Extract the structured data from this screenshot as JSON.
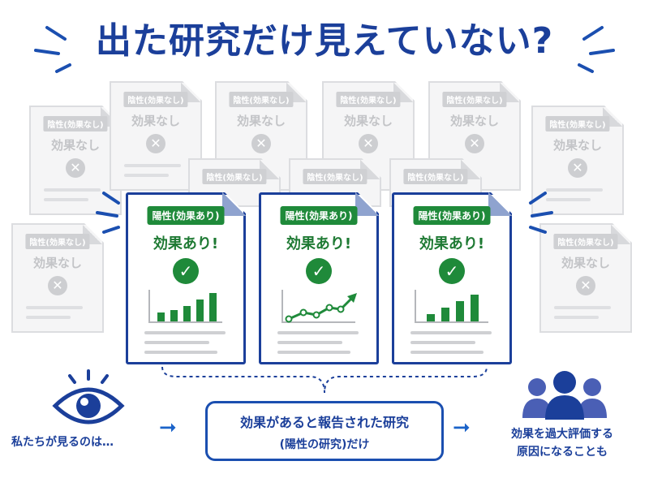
{
  "title": "出た研究だけ見えていない?",
  "negative_doc": {
    "badge": "陰性(効果なし)",
    "label": "効果なし",
    "icon": "x-circle-icon"
  },
  "positive_doc": {
    "badge": "陽性(効果あり)",
    "label": "効果あり!",
    "icon": "check-circle-icon"
  },
  "flow": {
    "see_label": "私たちが見るのは…",
    "box_line1": "効果があると報告された研究",
    "box_line2": "(陽性の研究)だけ",
    "result_line1": "効果を過大評価する",
    "result_line2": "原因になることも"
  },
  "colors": {
    "navy": "#1b3f9a",
    "blue": "#1b63c9",
    "green": "#1f8a3a",
    "grey": "#cfd0d3"
  }
}
